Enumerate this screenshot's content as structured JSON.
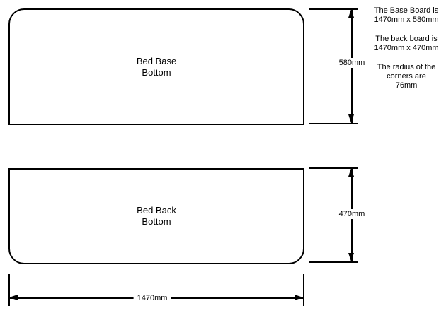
{
  "drawing": {
    "panels": [
      {
        "name": "Bed Base",
        "face": "Bottom"
      },
      {
        "name": "Bed Back",
        "face": "Bottom"
      }
    ],
    "dimensions": {
      "base_height": "580mm",
      "back_height": "470mm",
      "board_width": "1470mm"
    },
    "notes": [
      {
        "lines": [
          "The Base Board is",
          "1470mm x 580mm"
        ]
      },
      {
        "lines": [
          "The back board is",
          "1470mm x 470mm"
        ]
      },
      {
        "lines": [
          "The radius of the",
          "corners are",
          "76mm"
        ]
      }
    ],
    "colors": {
      "line": "#000000",
      "background": "#ffffff"
    }
  }
}
